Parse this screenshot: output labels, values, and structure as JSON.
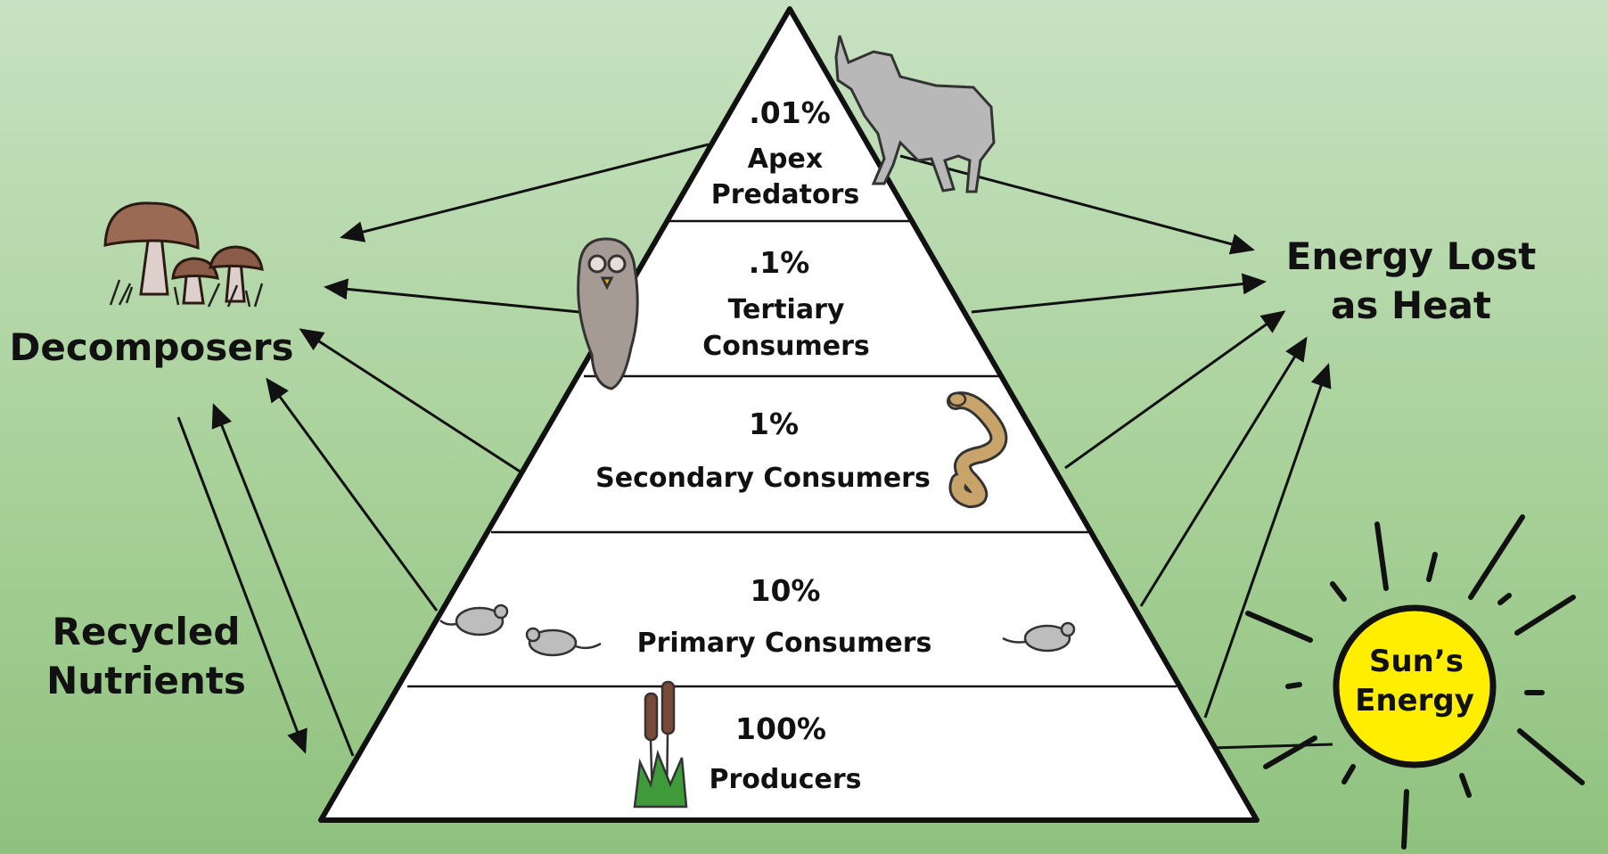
{
  "pyramid": {
    "levels": [
      {
        "percent": ".01%",
        "name_line1": "Apex",
        "name_line2": "Predators"
      },
      {
        "percent": ".1%",
        "name_line1": "Tertiary",
        "name_line2": "Consumers"
      },
      {
        "percent": "1%",
        "name_line1": "Secondary Consumers"
      },
      {
        "percent": "10%",
        "name_line1": "Primary Consumers"
      },
      {
        "percent": "100%",
        "name_line1": "Producers"
      }
    ]
  },
  "labels": {
    "decomposers": "Decomposers",
    "energy_lost_line1": "Energy Lost",
    "energy_lost_line2": "as Heat",
    "recycled_line1": "Recycled",
    "recycled_line2": "Nutrients",
    "sun_line1": "Sun’s",
    "sun_line2": "Energy"
  },
  "icons": [
    "mushroom-icon",
    "wolf-icon",
    "owl-icon",
    "snake-icon",
    "mouse-icon",
    "cattail-icon",
    "sun-icon"
  ],
  "colors": {
    "background_top": "#c7e2c2",
    "background_bottom": "#8fc27e",
    "sun": "#ffee00",
    "pyramid": "#ffffff"
  }
}
